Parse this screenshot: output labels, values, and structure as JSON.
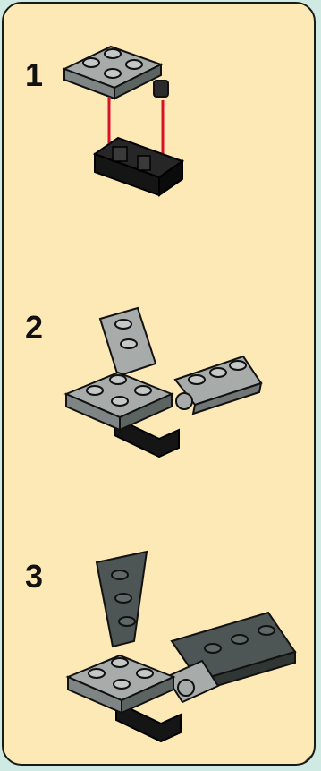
{
  "steps": [
    {
      "number": "1",
      "illustration": "plate-onto-hinge-brick-icon"
    },
    {
      "number": "2",
      "illustration": "wing-assembly-gray-icon"
    },
    {
      "number": "3",
      "illustration": "wing-assembly-dark-icon"
    }
  ],
  "colors": {
    "background": "#fde9b6",
    "border": "#1a1a1a",
    "outer": "#cfe9e3",
    "light_gray": "#a7acab",
    "dark_gray": "#4d5654",
    "black": "#151515",
    "arrow_red": "#d6132a"
  }
}
